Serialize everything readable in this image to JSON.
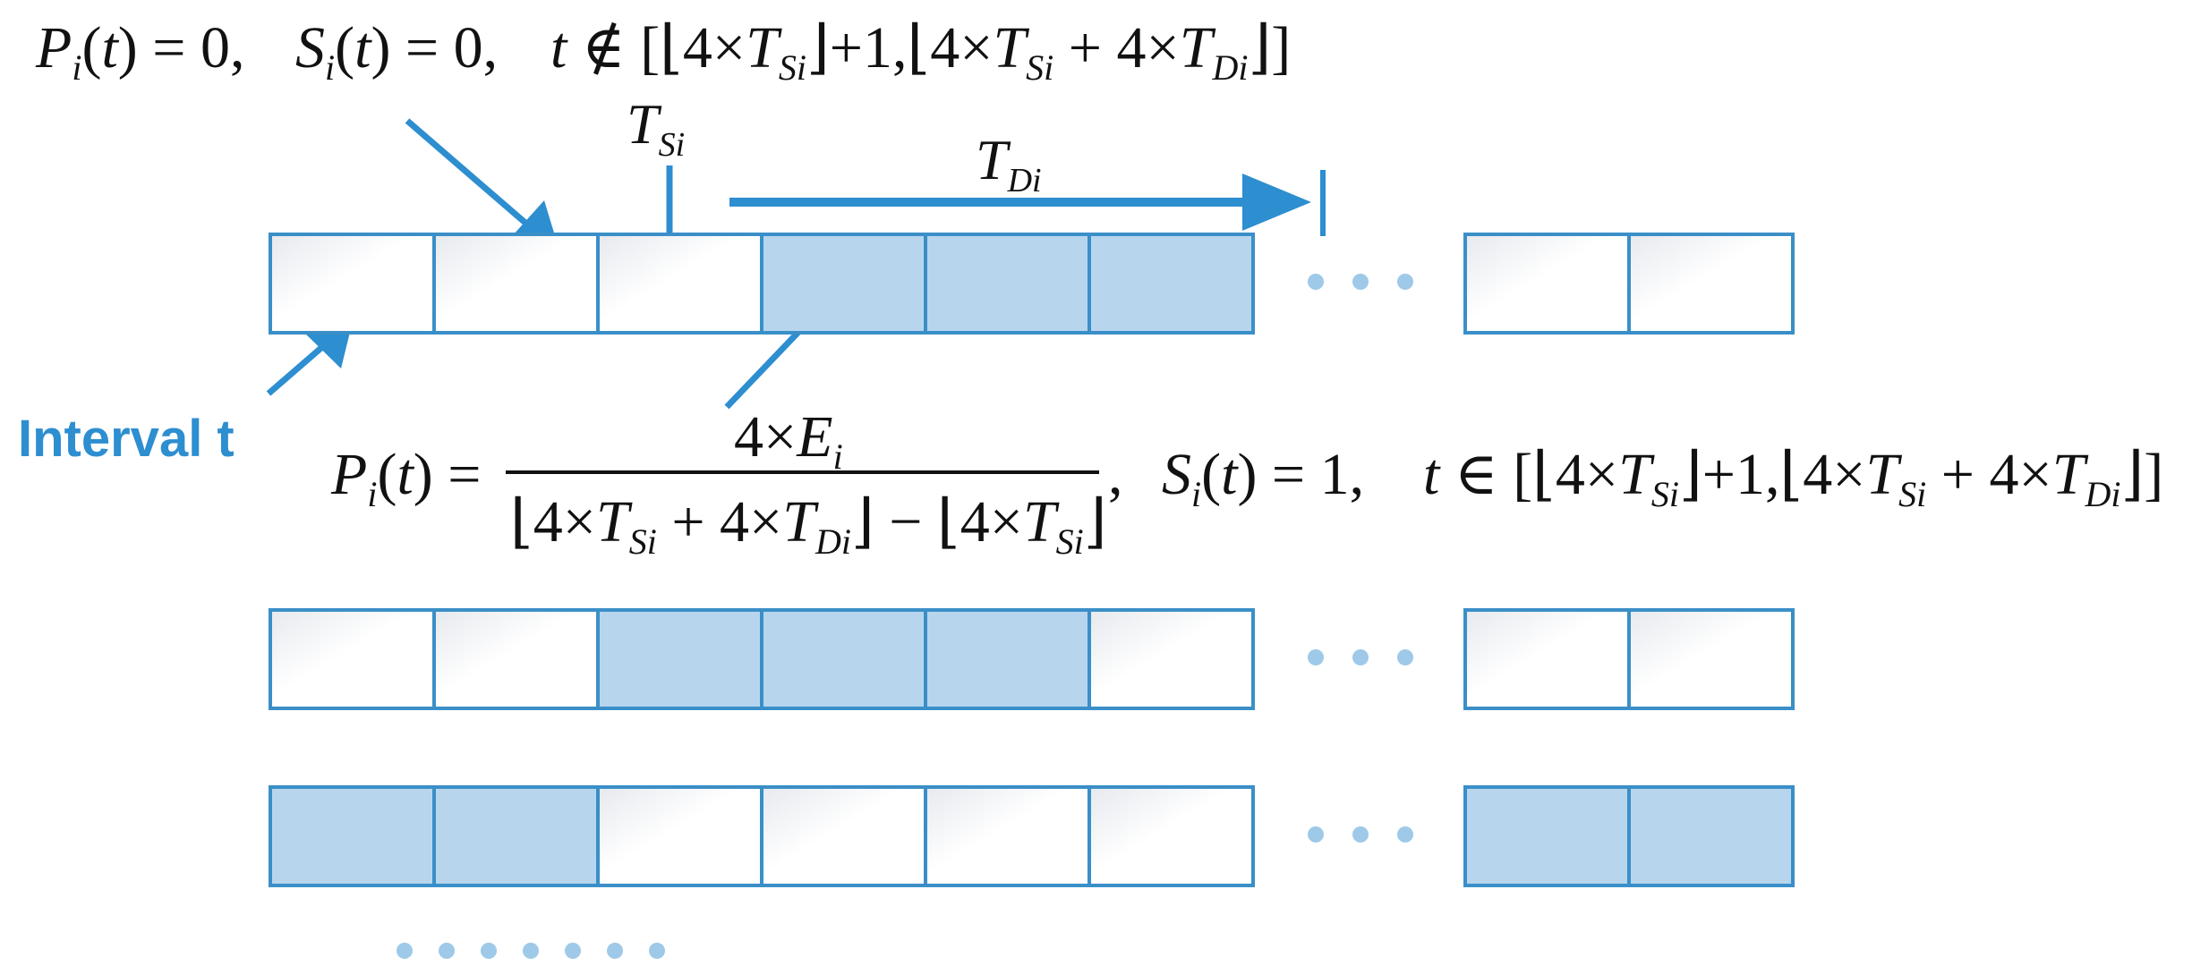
{
  "colors": {
    "accent": "#2d8ed0",
    "filled_cell": "#b7d6ee",
    "empty_cell": "#ffffff",
    "cell_border": "#3a8fc8",
    "dot": "#9ec9e8",
    "text": "#111111"
  },
  "labels": {
    "interval": "Interval t",
    "t_s_symbol": "T",
    "t_s_sub": "Si",
    "t_d_symbol": "T",
    "t_d_sub": "Di"
  },
  "formulas": {
    "inactive": "P_i(t) = 0,  S_i(t) = 0,  t ∉ [⌊4×T_Si⌋+1, ⌊4×T_Si+4×T_Di⌋]",
    "active": "P_i(t) = 4×E_i / (⌊4×T_Si+4×T_Di⌋ − ⌊4×T_Si⌋),  S_i(t) = 1,  t ∈ [⌊4×T_Si⌋+1, ⌊4×T_Si+4×T_Di⌋]"
  },
  "rows": [
    {
      "cells": [
        0,
        0,
        0,
        1,
        1,
        1
      ],
      "tail": [
        0,
        0
      ]
    },
    {
      "cells": [
        0,
        0,
        1,
        1,
        1,
        0
      ],
      "tail": [
        0,
        0
      ]
    },
    {
      "cells": [
        1,
        1,
        0,
        0,
        0,
        0
      ],
      "tail": [
        1,
        1
      ]
    }
  ]
}
